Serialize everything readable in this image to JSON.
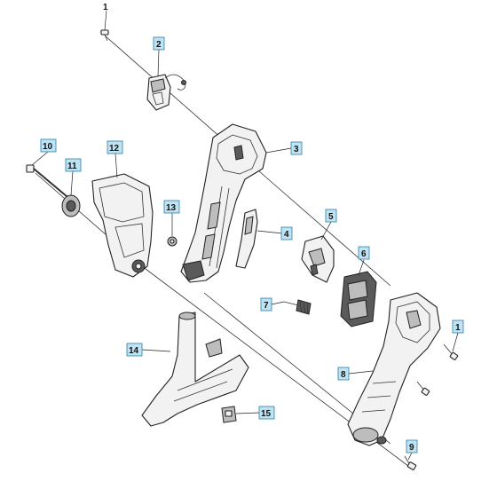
{
  "callouts": [
    {
      "id": "1",
      "label": "1",
      "boxed": false
    },
    {
      "id": "2",
      "label": "2",
      "boxed": true
    },
    {
      "id": "3",
      "label": "3",
      "boxed": true
    },
    {
      "id": "4",
      "label": "4",
      "boxed": true
    },
    {
      "id": "5",
      "label": "5",
      "boxed": true
    },
    {
      "id": "6",
      "label": "6",
      "boxed": true
    },
    {
      "id": "7",
      "label": "7",
      "boxed": true
    },
    {
      "id": "8",
      "label": "8",
      "boxed": true
    },
    {
      "id": "9",
      "label": "9",
      "boxed": true
    },
    {
      "id": "10",
      "label": "10",
      "boxed": true
    },
    {
      "id": "11",
      "label": "11",
      "boxed": true
    },
    {
      "id": "12",
      "label": "12",
      "boxed": true
    },
    {
      "id": "13",
      "label": "13",
      "boxed": true
    },
    {
      "id": "14",
      "label": "14",
      "boxed": true
    },
    {
      "id": "15",
      "label": "15",
      "boxed": true
    },
    {
      "id": "1b",
      "label": "1",
      "boxed": true
    }
  ],
  "colors": {
    "callout_box_fill": "#bfe3f2",
    "callout_box_stroke": "#2a7fa8",
    "line": "#222222",
    "part_fill": "#f2f2f2"
  }
}
